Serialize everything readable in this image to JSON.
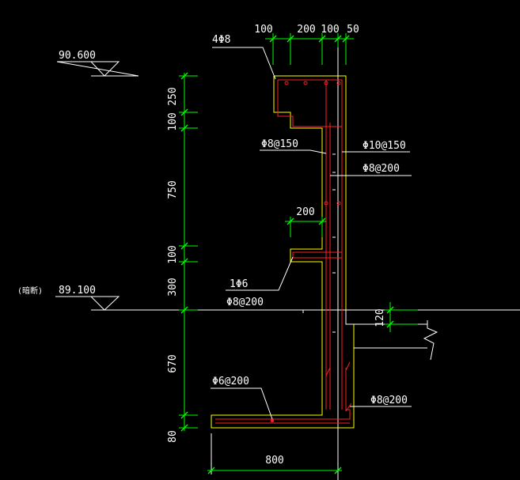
{
  "drawing": {
    "elevations": {
      "top": "90.600",
      "ground_tag": "(暗断)",
      "ground": "89.100"
    },
    "top_dims": [
      "100",
      "200",
      "100",
      "50"
    ],
    "vertical_dims": [
      "250",
      "100",
      "750",
      "100",
      "300",
      "670",
      "80"
    ],
    "inner_dim": "200",
    "right_dim": "120",
    "bottom_dim": "800",
    "rebar_labels": {
      "top_bars": "4Φ8",
      "left_vertical": "Φ8@150",
      "right_vertical": "Φ10@150",
      "distribution": "Φ8@200",
      "ledge_bar": "1Φ6",
      "ledge_stirrup": "Φ8@200",
      "base_slab": "Φ6@200",
      "base_corner": "Φ8@200"
    },
    "colors": {
      "background": "#000000",
      "outline": "#ffff00",
      "rebar": "#ff2020",
      "dimension": "#00ff00",
      "text": "#ffffff"
    }
  }
}
